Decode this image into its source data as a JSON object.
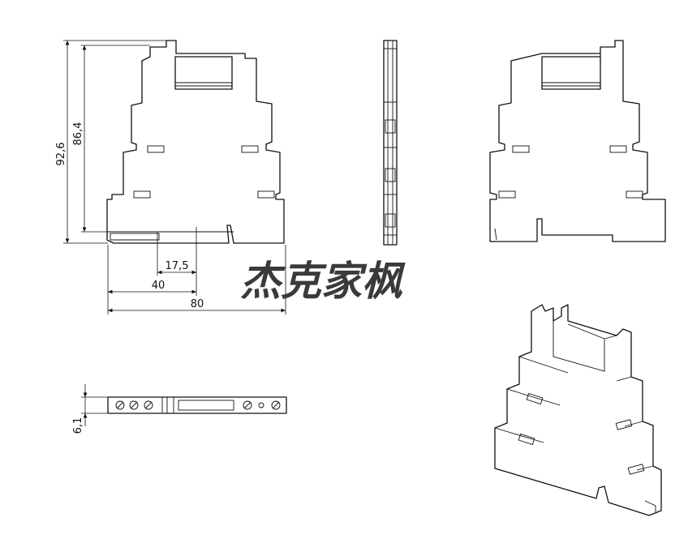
{
  "dimensions": {
    "height_total": "92,6",
    "height_inner": "86,4",
    "width_small": "17,5",
    "width_mid": "40",
    "width_total": "80",
    "thickness": "6,1"
  },
  "watermark": "杰克家枫"
}
